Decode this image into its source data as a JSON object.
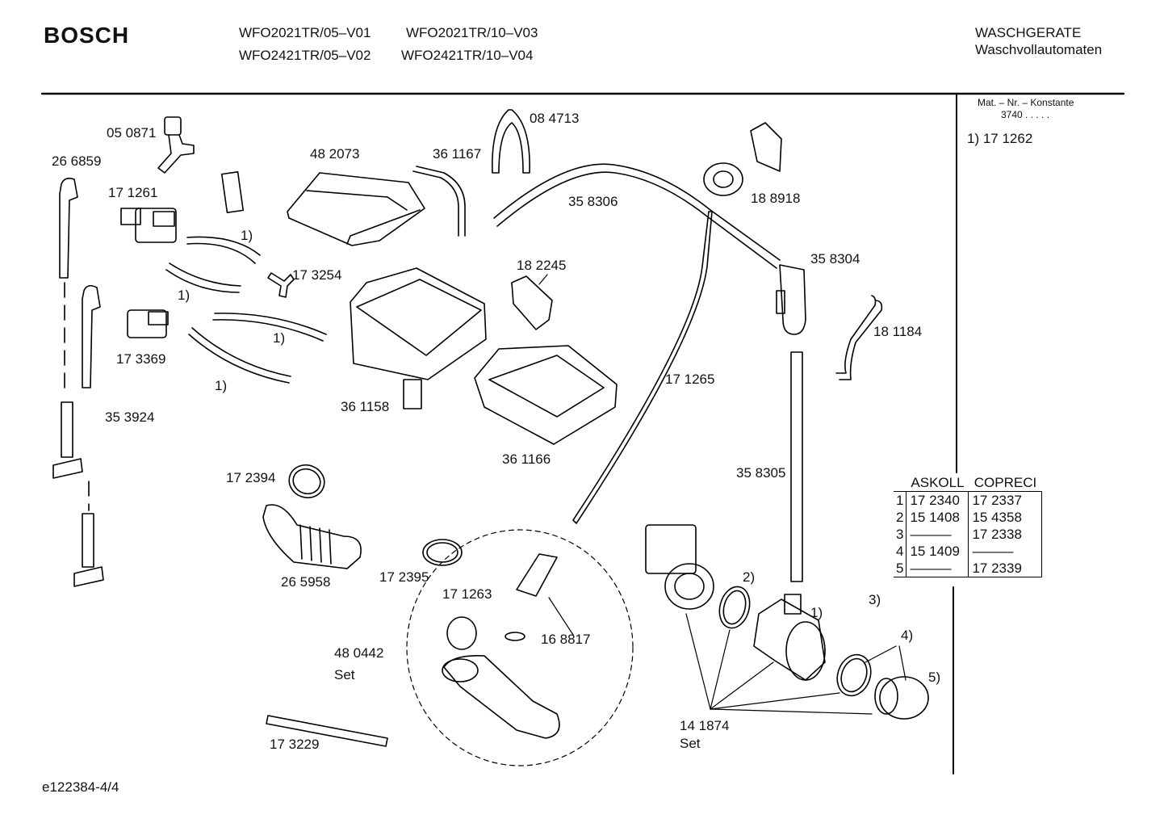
{
  "header": {
    "brand": "BOSCH",
    "models": [
      "WFO2021TR/05–V01",
      "WFO2021TR/10–V03",
      "WFO2421TR/05–V02",
      "WFO2421TR/10–V04"
    ],
    "category_de": "WASCHGERATE",
    "category_sub": "Waschvollautomaten"
  },
  "side_panel": {
    "mat_header": "Mat. – Nr. – Konstante",
    "mat_value": "3740 .  .  .  .  .",
    "note": "1)  17 1262"
  },
  "supplier_table": {
    "headers": [
      "ASKOLL",
      "COPRECI"
    ],
    "rows": [
      {
        "idx": "1",
        "askoll": "17 2340",
        "copreci": "17 2337"
      },
      {
        "idx": "2",
        "askoll": "15 1408",
        "copreci": "15 4358"
      },
      {
        "idx": "3",
        "askoll": "———",
        "copreci": "17 2338"
      },
      {
        "idx": "4",
        "askoll": "15 1409",
        "copreci": "———"
      },
      {
        "idx": "5",
        "askoll": "———",
        "copreci": "17 2339"
      }
    ]
  },
  "part_labels": [
    "05 0871",
    "26 6859",
    "17 1261",
    "1)",
    "1)",
    "17 3254",
    "17 3369",
    "1)",
    "1)",
    "35 3924",
    "48 2073",
    "36 1167",
    "08 4713",
    "35 8306",
    "18 8918",
    "18 2245",
    "35 8304",
    "18 1184",
    "36 1158",
    "17 1265",
    "36 1166",
    "35 8305",
    "17 2394",
    "26 5958",
    "17 2395",
    "17 1263",
    "16 8817",
    "48 0442",
    "Set",
    "17 3229",
    "2)",
    "1)",
    "3)",
    "4)",
    "5)",
    "14 1874",
    "Set"
  ],
  "footer": {
    "doc_id": "e122384-4/4"
  }
}
